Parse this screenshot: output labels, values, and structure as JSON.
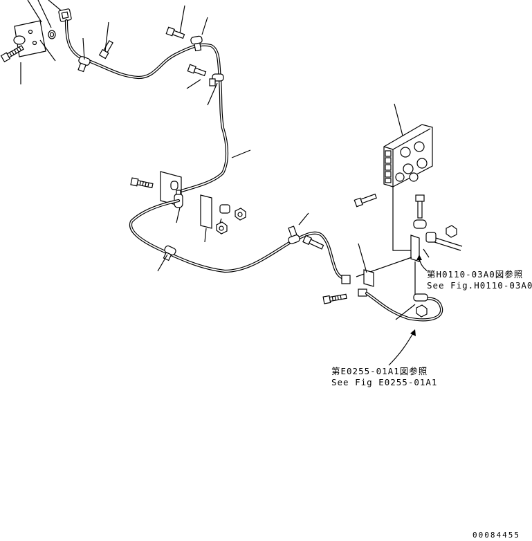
{
  "references": {
    "fig_h0110": {
      "jp": "第H0110-03A0図参照",
      "en": "See Fig.H0110-03A0"
    },
    "fig_e0255": {
      "jp": "第E0255-01A1図参照",
      "en": "See Fig E0255-01A1"
    }
  },
  "drawing_number": "00084455"
}
